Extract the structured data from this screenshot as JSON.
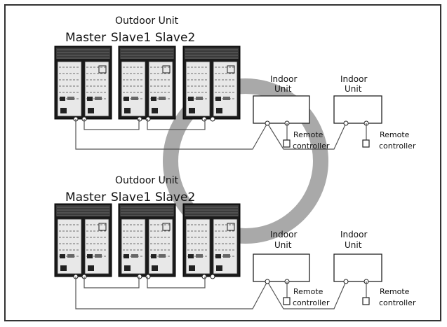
{
  "diagram": {
    "systems": [
      {
        "outdoor_group_label": "Outdoor Unit",
        "outdoor_units": [
          "Master",
          "Slave1",
          "Slave2"
        ],
        "indoor_units": [
          {
            "label_line1": "Indoor",
            "label_line2": "Unit",
            "remote_line1": "Remote",
            "remote_line2": "controller"
          },
          {
            "label_line1": "Indoor",
            "label_line2": "Unit",
            "remote_line1": "Remote",
            "remote_line2": "controller"
          }
        ]
      },
      {
        "outdoor_group_label": "Outdoor Unit",
        "outdoor_units": [
          "Master",
          "Slave1",
          "Slave2"
        ],
        "indoor_units": [
          {
            "label_line1": "Indoor",
            "label_line2": "Unit",
            "remote_line1": "Remote",
            "remote_line2": "controller"
          },
          {
            "label_line1": "Indoor",
            "label_line2": "Unit",
            "remote_line1": "Remote",
            "remote_line2": "controller"
          }
        ]
      }
    ],
    "colors": {
      "frame": "#333333",
      "watermark_ring": "#9a9a9a",
      "unit_panel": "#1a1a1a",
      "wire": "#555555"
    }
  }
}
